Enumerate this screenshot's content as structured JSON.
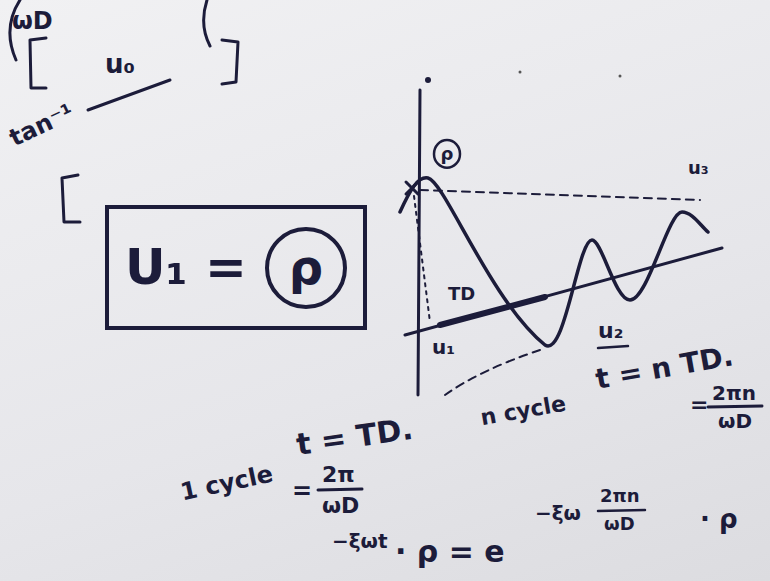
{
  "diagram": {
    "nodes": [
      {
        "text": [
          "ρ"
        ]
      },
      {
        "text": [
          "U₁ ="
        ]
      },
      {
        "text": [
          "ρ"
        ],
        "in": 1
      }
    ],
    "labels": [
      "ωD",
      "u₀",
      "tan⁻¹",
      "u₃",
      "TD",
      "u₁",
      "u₂",
      "1 cycle",
      "t = TD.",
      "=",
      "2π",
      "ωD",
      "n cycle",
      "t = n TD.",
      "=",
      "2πn",
      "ωD",
      "−ξωt",
      "· ρ = e",
      "−ξω",
      "2πn",
      "ωD",
      "· ρ"
    ]
  }
}
